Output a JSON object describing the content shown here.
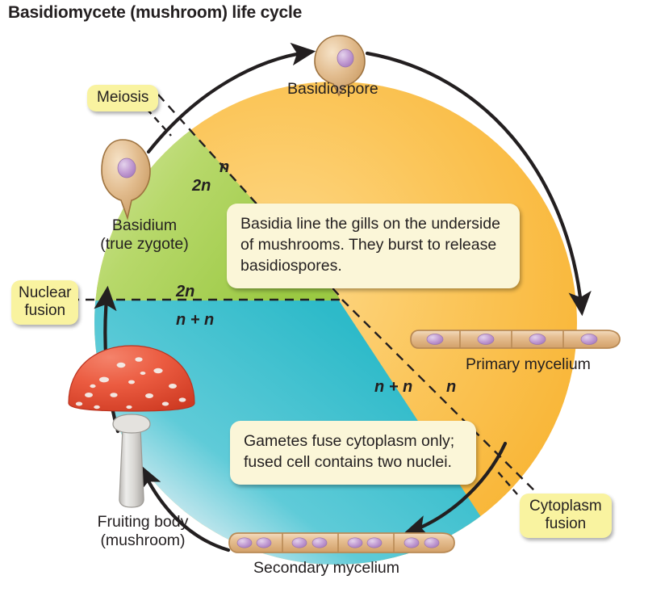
{
  "figure": {
    "title": "Basidiomycete (mushroom) life cycle"
  },
  "colors": {
    "haploid_zone": "#F9B233",
    "diploid_zone": "#A8CE5C",
    "dikaryotic_zone": "#38BECD",
    "callout_bg": "#FBF6D8",
    "tag_bg": "#F9F3A0",
    "arrow": "#231F20",
    "mushroom_cap": "#E8503A",
    "hypha_wall": "#E2B88B",
    "nucleus": "#B48CC4",
    "text": "#231F20"
  },
  "tags": [
    {
      "id": "meiosis",
      "label": "Meiosis"
    },
    {
      "id": "nuclear-fusion",
      "line1": "Nuclear",
      "line2": "fusion"
    },
    {
      "id": "cytoplasm-fusion",
      "line1": "Cytoplasm",
      "line2": "fusion"
    }
  ],
  "callouts": [
    {
      "id": "basidia",
      "text": "Basidia line the gills on the underside of mushrooms. They burst to release basidiospores."
    },
    {
      "id": "gametes",
      "text": "Gametes fuse cytoplasm only; fused cell contains two nuclei."
    }
  ],
  "stage_labels": {
    "basidiospore": "Basidiospore",
    "basidium_line1": "Basidium",
    "basidium_line2": "(true zygote)",
    "primary_mycelium": "Primary mycelium",
    "secondary_mycelium": "Secondary mycelium",
    "fruiting_body_line1": "Fruiting body",
    "fruiting_body_line2": "(mushroom)"
  },
  "ploidy_labels": {
    "n_top": "n",
    "two_n_top": "2n",
    "two_n_mid": "2n",
    "n_plus_n_mid": "n + n",
    "n_plus_n_low": "n + n",
    "n_low": "n"
  },
  "cells": {
    "primary_mycelium_cell_count": 4,
    "primary_mycelium_nuclei_per_cell": 1,
    "secondary_mycelium_cell_count": 4,
    "secondary_mycelium_nuclei_per_cell": 2,
    "basidiospore_nuclei": 1,
    "basidium_nuclei": 1
  }
}
